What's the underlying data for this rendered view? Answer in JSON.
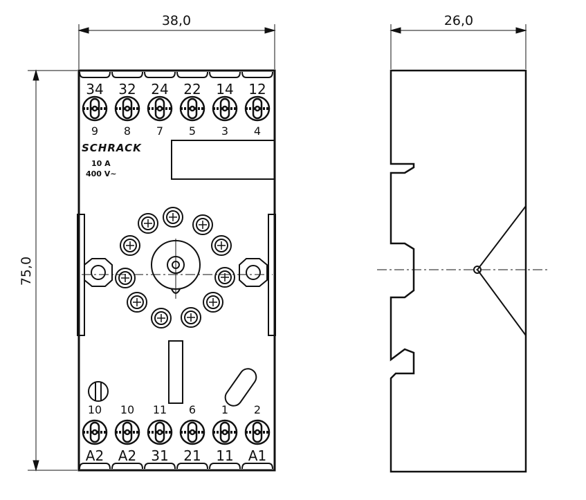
{
  "dimensions": {
    "width_front": "38,0",
    "width_side": "26,0",
    "height": "75,0"
  },
  "brand": "SCHRACK",
  "rating": {
    "current": "10 A",
    "voltage": "400 V~"
  },
  "top_terminals": [
    {
      "upper": "34",
      "lower": "9"
    },
    {
      "upper": "32",
      "lower": "8"
    },
    {
      "upper": "24",
      "lower": "7"
    },
    {
      "upper": "22",
      "lower": "5"
    },
    {
      "upper": "14",
      "lower": "3"
    },
    {
      "upper": "12",
      "lower": "4"
    }
  ],
  "bottom_terminals": [
    {
      "upper": "10",
      "lower": "A2"
    },
    {
      "upper": "10",
      "lower": "A2"
    },
    {
      "upper": "11",
      "lower": "31"
    },
    {
      "upper": "6",
      "lower": "21"
    },
    {
      "upper": "1",
      "lower": "11"
    },
    {
      "upper": "2",
      "lower": "A1"
    }
  ]
}
